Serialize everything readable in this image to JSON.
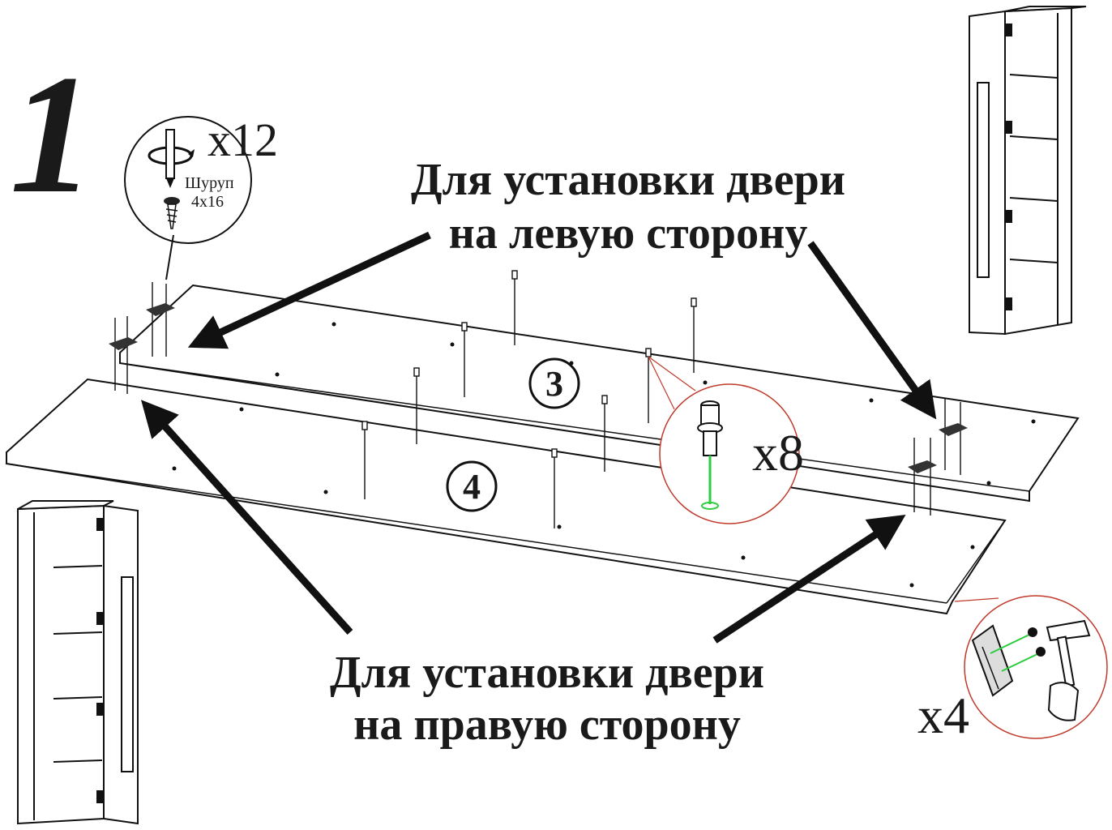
{
  "step_number": "1",
  "labels": {
    "left_side": [
      "Для установки двери",
      "на левую сторону"
    ],
    "right_side": [
      "Для установки двери",
      "на правую сторону"
    ]
  },
  "panels": [
    {
      "number": "3"
    },
    {
      "number": "4"
    }
  ],
  "callouts": {
    "screws": {
      "quantity": "x12",
      "name": "Шуруп",
      "size": "4x16"
    },
    "dowels": {
      "quantity": "x8"
    },
    "nails": {
      "quantity": "x4"
    }
  }
}
